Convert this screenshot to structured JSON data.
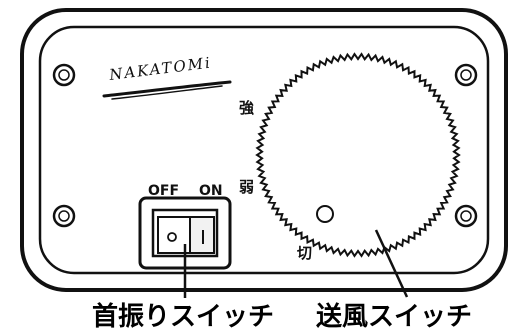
{
  "brand": {
    "logo_text": "NAKATOMi"
  },
  "rocker_switch": {
    "off_label": "OFF",
    "on_label": "ON",
    "callout": "首振りスイッチ"
  },
  "dial": {
    "strong_label": "強",
    "weak_label": "弱",
    "off_label": "切",
    "callout": "送風スイッチ"
  },
  "colors": {
    "line": "#111111",
    "panel": "#ffffff",
    "switch_face": "#f2f2f2"
  }
}
